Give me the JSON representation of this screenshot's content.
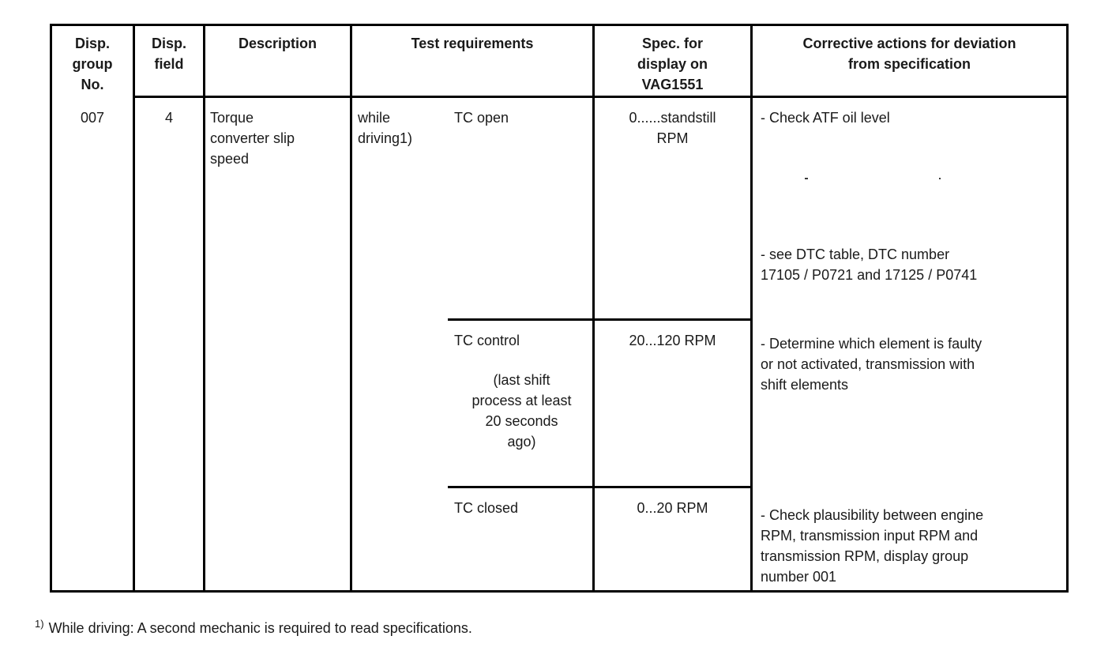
{
  "table": {
    "headers": [
      "Disp.\ngroup\nNo.",
      "Disp.\nfield",
      "Description",
      "Test requirements",
      "Spec. for\ndisplay on\nVAG1551",
      "Corrective actions for deviation\nfrom specification"
    ],
    "row": {
      "disp_group_no": "007",
      "disp_field": "4",
      "description": "Torque\nconverter slip\nspeed",
      "test_condition": "while\ndriving1)",
      "sub_rows": [
        {
          "tc_state": "TC open",
          "tc_note": "",
          "spec": "0......standstill\nRPM"
        },
        {
          "tc_state": "TC control",
          "tc_note": "(last shift\nprocess at least\n20 seconds\nago)",
          "spec": "20...120 RPM"
        },
        {
          "tc_state": "TC closed",
          "tc_note": "",
          "spec": "0...20 RPM"
        }
      ],
      "corrective_actions": [
        "- Check ATF oil level",
        "- see DTC table, DTC number\n17105 / P0721 and 17125 / P0741",
        "- Determine which element is faulty\nor not activated, transmission with\nshift elements",
        "- Check plausibility between engine\nRPM, transmission input RPM and\ntransmission RPM, display group\nnumber 001"
      ]
    }
  },
  "footnote": {
    "marker": "1)",
    "text": "While driving: A second mechanic is required to read specifications."
  }
}
